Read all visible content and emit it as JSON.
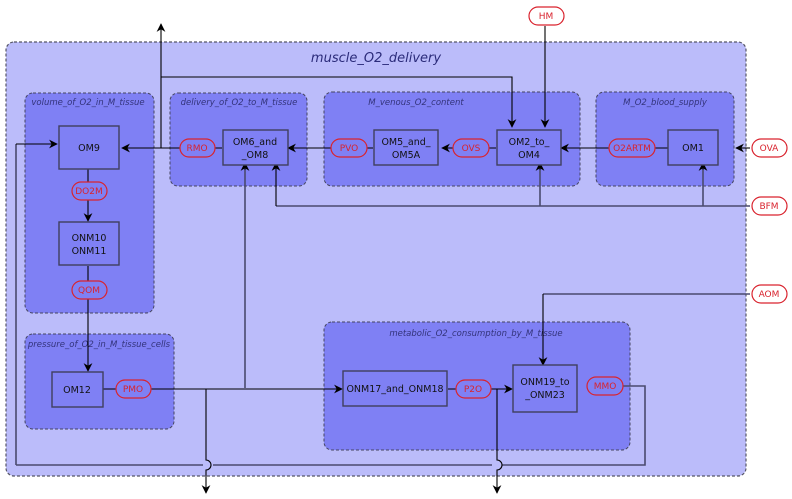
{
  "diagram": {
    "title": "muscle_O2_delivery",
    "groups": {
      "volume": "volume_of_O2_in_M_tissue",
      "delivery": "delivery_of_O2_to_M_tissue",
      "venous": "M_venous_O2_content",
      "blood": "M_O2_blood_supply",
      "pressure": "pressure_of_O2_in_M_tissue_cells",
      "metabolic": "metabolic_O2_consumption_by_M_tissue"
    },
    "boxes": {
      "om9": [
        "OM9"
      ],
      "onm10": [
        "ONM10",
        "ONM11"
      ],
      "om6": [
        "OM6_and",
        "_OM8"
      ],
      "om5": [
        "OM5_and_",
        "OM5A"
      ],
      "om2": [
        "OM2_to_",
        "OM4"
      ],
      "om1": [
        "OM1"
      ],
      "om12": [
        "OM12"
      ],
      "onm17": [
        "ONM17_and_ONM18"
      ],
      "onm19": [
        "ONM19_to",
        "_ONM23"
      ]
    },
    "variables": {
      "rmo": "RMO",
      "pvo": "PVO",
      "ovs": "OVS",
      "o2artm": "O2ARTM",
      "do2m": "DO2M",
      "qom": "QOM",
      "pmo": "PMO",
      "p2o": "P2O",
      "mmo": "MMO"
    },
    "inputs": {
      "hm": "HM",
      "ova": "OVA",
      "bfm": "BFM",
      "aom": "AOM"
    },
    "colors": {
      "outer_fill": "#bbbcfa",
      "group_fill": "#7f80f4",
      "variable_stroke": "#d9232e",
      "box_stroke": "#3f3f5e"
    }
  }
}
